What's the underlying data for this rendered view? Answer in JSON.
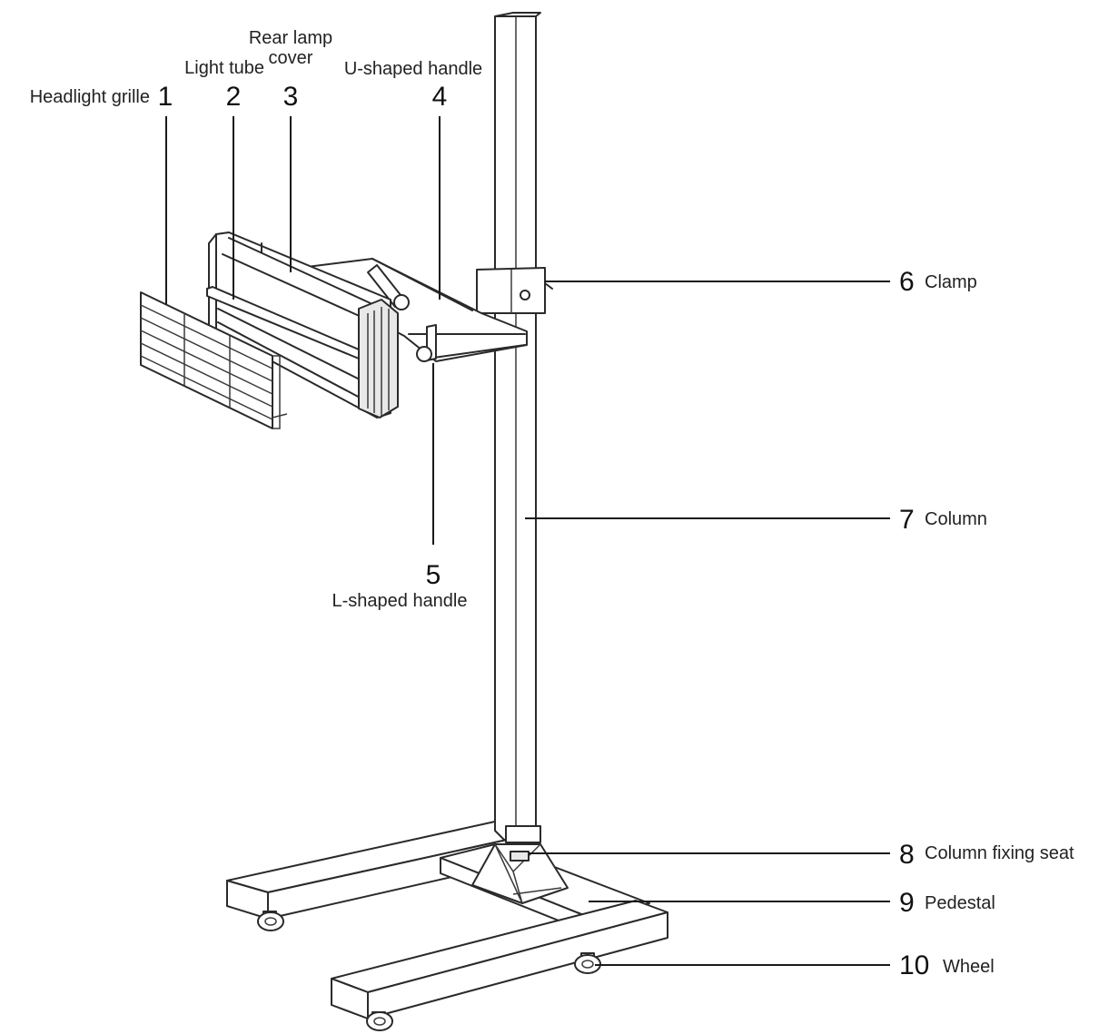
{
  "callouts": [
    {
      "number": "1",
      "label": "Headlight grille"
    },
    {
      "number": "2",
      "label": "Light tube"
    },
    {
      "number": "3",
      "label_line1": "Rear lamp",
      "label_line2": "cover"
    },
    {
      "number": "4",
      "label": "U-shaped handle"
    },
    {
      "number": "5",
      "label": "L-shaped handle"
    },
    {
      "number": "6",
      "label": "Clamp"
    },
    {
      "number": "7",
      "label": "Column"
    },
    {
      "number": "8",
      "label": "Column fixing seat"
    },
    {
      "number": "9",
      "label": "Pedestal"
    },
    {
      "number": "10",
      "label": "Wheel"
    }
  ],
  "colors": {
    "ink": "#2a2a2a",
    "background": "#ffffff"
  }
}
